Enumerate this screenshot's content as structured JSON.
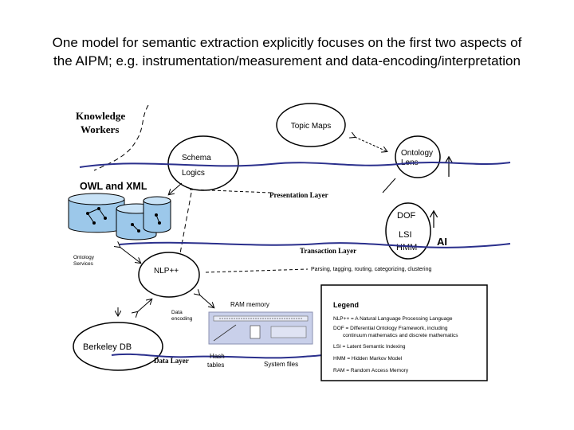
{
  "caption": {
    "line1": "One model for semantic extraction explicitly focuses on the first two aspects  of",
    "line2": "the AIPM; e.g. instrumentation/measurement and data-encoding/interpretation"
  },
  "diagram": {
    "knowledge_workers": [
      "Knowledge",
      "Workers"
    ],
    "topic_maps": "Topic Maps",
    "ontology_lens": [
      "Ontology",
      "Lens"
    ],
    "schema": "Schema",
    "logics": "Logics",
    "owl_xml": "OWL and XML",
    "presentation_layer": "Presentation Layer",
    "dof": "DOF",
    "lsi": "LSI",
    "hmm": "HMM",
    "ai": "AI",
    "ontology_services": [
      "Ontology",
      "Services"
    ],
    "transaction_layer": "Transaction Layer",
    "parsing": "Parsing, tagging, routing, categorizing, clustering",
    "nlp": "NLP++",
    "data_encoding": [
      "Data",
      "encoding"
    ],
    "ram_memory": "RAM memory",
    "berkeley_db": "Berkeley DB",
    "data_layer": "Data Layer",
    "hash_tables": [
      "Hash",
      "tables"
    ],
    "system_files": "System files"
  },
  "legend": {
    "title": "Legend",
    "entries": [
      "NLP++ = A Natural Language Processing Language",
      "DOF = Differential Ontology Framework, including",
      "continuum mathematics and discrete mathematics",
      "LSI = Latent Semantic Indexing",
      "HMM = Hidden Markov Model",
      "RAM = Random Access Memory"
    ]
  },
  "colors": {
    "layer_line": "#2a2f8c",
    "knowledge_workers": "#3a2a7a",
    "db_fill": "#9cc8ea",
    "panel_fill": "#c9d0ea"
  }
}
